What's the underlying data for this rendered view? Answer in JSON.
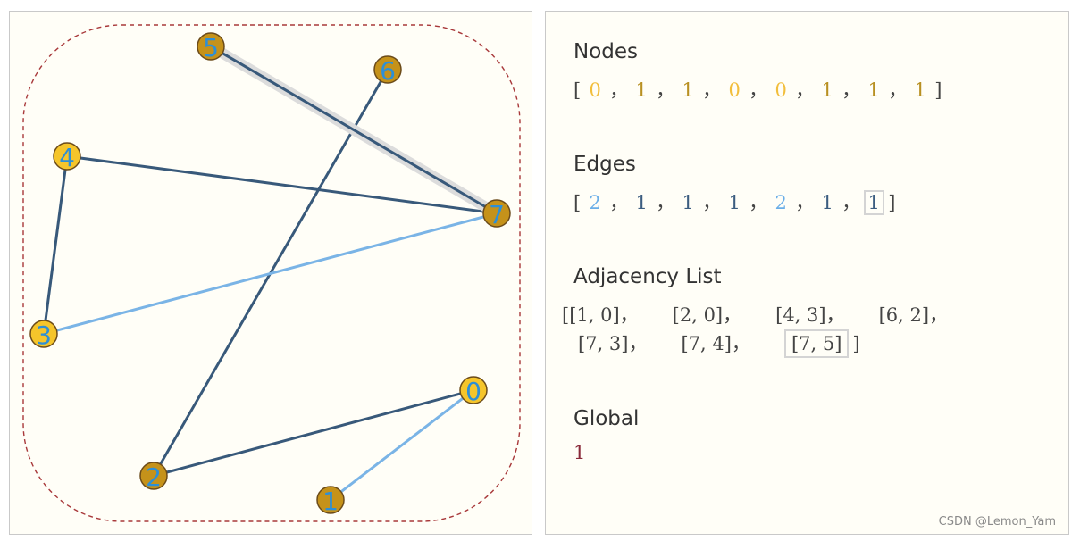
{
  "colors": {
    "edge_dark": "#38597a",
    "edge_light": "#7ab4e6",
    "node_gold": "#c5921a",
    "node_yellow": "#f5c52b",
    "node_stroke": "#6b4b1a",
    "highlight": "#dcdcdc",
    "boundary": "#a8383a",
    "label": "#2d8fd6",
    "value_gold": "#b89022",
    "value_yellow": "#f2be3c",
    "value_dark": "#3c5d80",
    "value_light": "#6aaee8",
    "global": "#8a2a3a"
  },
  "graph": {
    "nodes": [
      {
        "id": "0",
        "fill": "yellow"
      },
      {
        "id": "1",
        "fill": "gold"
      },
      {
        "id": "2",
        "fill": "gold"
      },
      {
        "id": "3",
        "fill": "yellow"
      },
      {
        "id": "4",
        "fill": "yellow"
      },
      {
        "id": "5",
        "fill": "gold"
      },
      {
        "id": "6",
        "fill": "gold"
      },
      {
        "id": "7",
        "fill": "gold"
      }
    ],
    "edges": [
      {
        "from": "1",
        "to": "0",
        "style": "light"
      },
      {
        "from": "2",
        "to": "0",
        "style": "dark"
      },
      {
        "from": "4",
        "to": "3",
        "style": "dark"
      },
      {
        "from": "6",
        "to": "2",
        "style": "dark"
      },
      {
        "from": "7",
        "to": "3",
        "style": "light"
      },
      {
        "from": "7",
        "to": "4",
        "style": "dark"
      },
      {
        "from": "7",
        "to": "5",
        "style": "dark",
        "highlighted": true
      }
    ]
  },
  "nodes_section": {
    "title": "Nodes",
    "open": "[",
    "close": "]",
    "sep": "，",
    "values": [
      {
        "v": "0",
        "c": "value_yellow"
      },
      {
        "v": "1",
        "c": "value_gold"
      },
      {
        "v": "1",
        "c": "value_gold"
      },
      {
        "v": "0",
        "c": "value_yellow"
      },
      {
        "v": "0",
        "c": "value_yellow"
      },
      {
        "v": "1",
        "c": "value_gold"
      },
      {
        "v": "1",
        "c": "value_gold"
      },
      {
        "v": "1",
        "c": "value_gold"
      }
    ]
  },
  "edges_section": {
    "title": "Edges",
    "open": "[",
    "close": "]",
    "sep": "，",
    "values": [
      {
        "v": "2",
        "c": "value_light"
      },
      {
        "v": "1",
        "c": "value_dark"
      },
      {
        "v": "1",
        "c": "value_dark"
      },
      {
        "v": "1",
        "c": "value_dark"
      },
      {
        "v": "2",
        "c": "value_light"
      },
      {
        "v": "1",
        "c": "value_dark"
      },
      {
        "v": "1",
        "c": "value_dark",
        "highlighted": true
      }
    ]
  },
  "adjacency_section": {
    "title": "Adjacency List",
    "open": "[",
    "close": "]",
    "row1": [
      "[1, 0]，",
      "[2, 0]，",
      "[4, 3]，",
      "[6, 2]，"
    ],
    "row2": [
      "[7, 3]，",
      "[7, 4]，"
    ],
    "row2_last": "[7, 5]"
  },
  "global_section": {
    "title": "Global",
    "value": "1"
  },
  "watermark": "CSDN @Lemon_Yam"
}
